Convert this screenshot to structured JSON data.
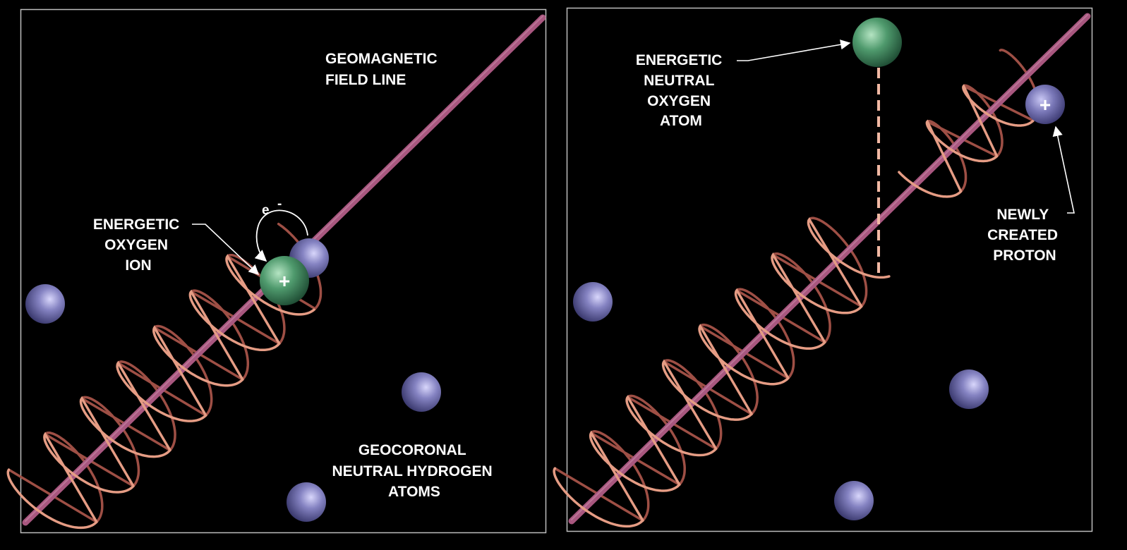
{
  "colors": {
    "background": "#000000",
    "panel_border": "#bdbdbd",
    "field_line": "#a8577f",
    "spiral": "#e59c84",
    "oxygen": "#4f9a6d",
    "hydrogen": "#7472b0",
    "label": "#ffffff"
  },
  "left_panel": {
    "field_line_label": [
      "GEOMAGNETIC",
      "FIELD LINE"
    ],
    "ion_label": [
      "ENERGETIC",
      "OXYGEN",
      "ION"
    ],
    "ion_charge": "+",
    "electron_label": "e",
    "electron_charge": "-",
    "hydrogen_label": [
      "GEOCORONAL",
      "NEUTRAL HYDROGEN",
      "ATOMS"
    ]
  },
  "right_panel": {
    "neutral_label": [
      "ENERGETIC",
      "NEUTRAL",
      "OXYGEN",
      "ATOM"
    ],
    "proton_label": [
      "NEWLY",
      "CREATED",
      "PROTON"
    ],
    "proton_charge": "+"
  }
}
